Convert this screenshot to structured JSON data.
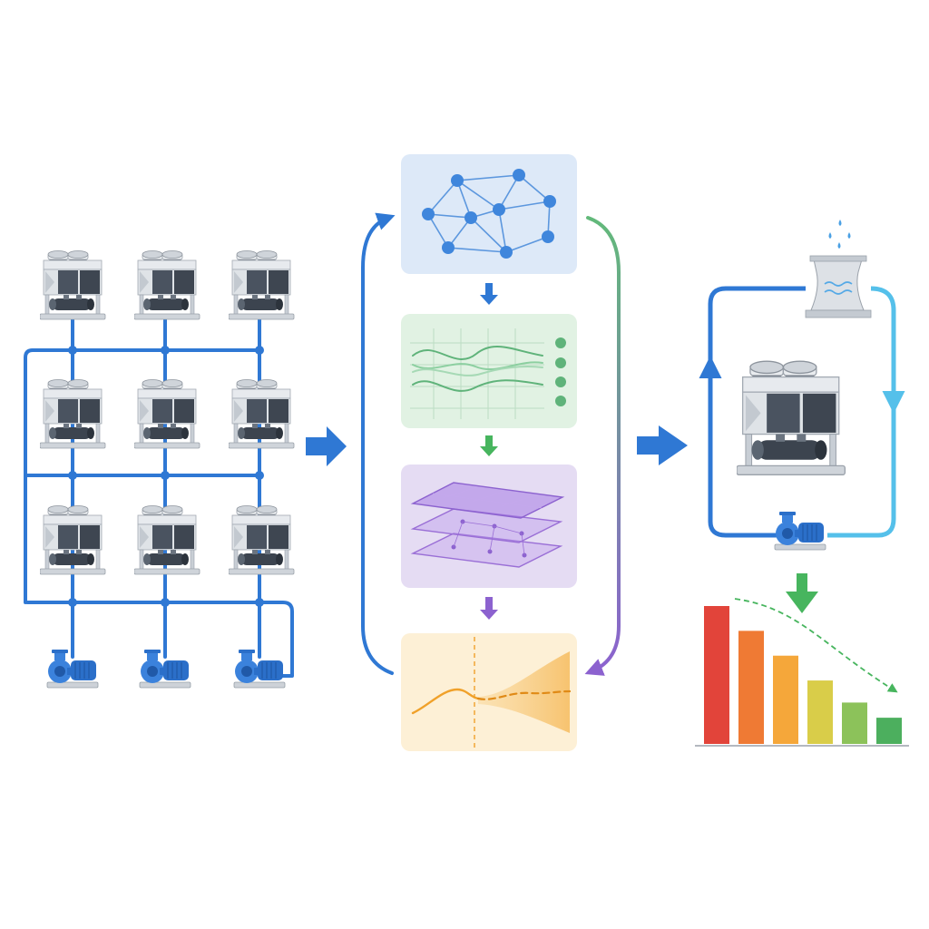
{
  "colors": {
    "background": "#ffffff",
    "pipe_blue": "#2f78d4",
    "pipe_light_blue": "#55c0ea",
    "flow_arrow": "#2f78d4",
    "graph_panel": "#dde9f8",
    "graph_node": "#3f86dc",
    "signal_panel": "#e1f2e3",
    "signal_line": "#5fb37a",
    "layer_panel": "#e5dcf3",
    "layer_color": "#9a6fd6",
    "forecast_panel": "#fdf0d6",
    "forecast_line": "#f0a12a",
    "loop_green": "#62b97a",
    "loop_purple": "#8c62cf",
    "chiller_body": "#d9dde2",
    "chiller_coil": "#4a5360",
    "pump_blue": "#2b6fc9",
    "trend_arrow": "#47b55e"
  },
  "icons": [
    "chiller-icon",
    "water-pump-icon",
    "cooling-tower-icon",
    "graph-network-icon",
    "time-series-icon",
    "stacked-layers-icon",
    "forecast-curve-icon",
    "bar-chart-icon"
  ],
  "plant": {
    "chiller_rows": 3,
    "chiller_columns": 3,
    "pump_count": 3
  },
  "pipeline": {
    "stages": [
      "graph-network",
      "time-series",
      "stacked-layers",
      "forecast"
    ]
  },
  "signal_panel": {
    "legend_dot_count": 4
  },
  "optimized_loop": {
    "chiller_count": 1,
    "pump_count": 1,
    "cooling_tower_count": 1
  },
  "energy_chart": {
    "bar_count": 6,
    "bar_colors": [
      "#e2443a",
      "#ef7a34",
      "#f5a73a",
      "#d9cd49",
      "#8cc25a",
      "#4caf5e"
    ],
    "relative_values": [
      1.0,
      0.82,
      0.64,
      0.46,
      0.3,
      0.19
    ],
    "trend_color": "#47b55e"
  }
}
